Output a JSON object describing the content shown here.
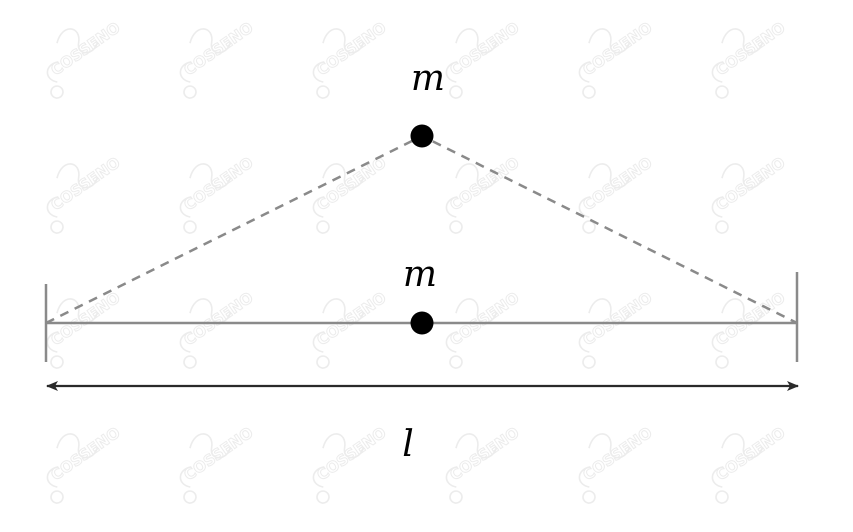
{
  "labels": {
    "mass_top": "m",
    "mass_bottom": "m",
    "length": "l"
  },
  "watermark": {
    "text": "COSSENO"
  },
  "colors": {
    "string": "#8a8a8a",
    "dashed_string": "#8a8a8a",
    "mass": "#000000",
    "dimension_arrow": "#2a2a2a",
    "watermark": "#ececec",
    "background": "#ffffff"
  }
}
